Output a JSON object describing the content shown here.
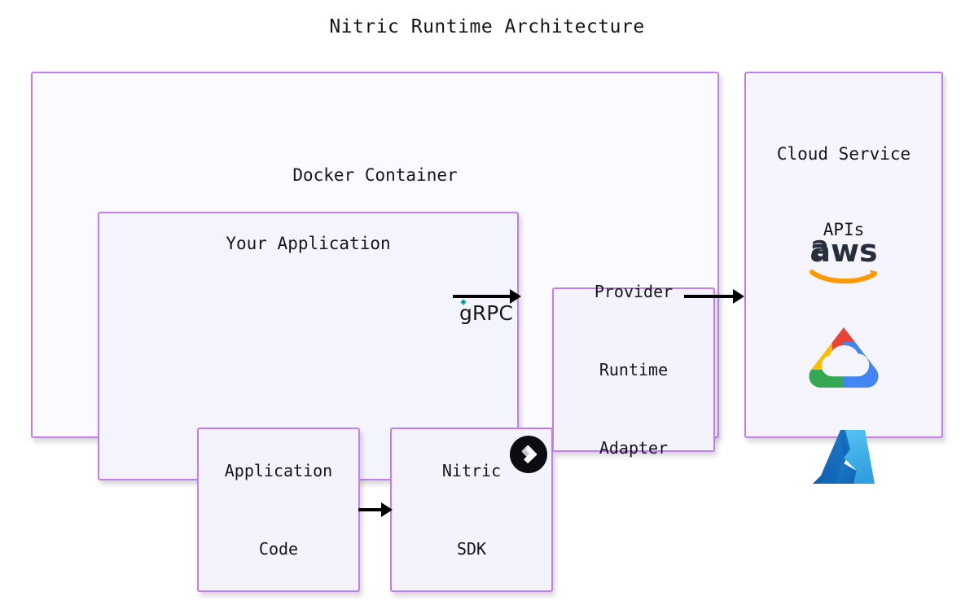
{
  "diagram": {
    "title": "Nitric Runtime Architecture",
    "type": "architecture-flow"
  },
  "docker_container": {
    "label": "Docker Container",
    "border_color": "#c07ef0",
    "fill_color": "#fafaff"
  },
  "your_application": {
    "label": "Your Application",
    "border_color": "#c07ef0",
    "fill_color": "#f4f4fe"
  },
  "nodes": [
    {
      "id": "application-code",
      "label": "Application\nCode",
      "line1": "Application",
      "line2": "Code"
    },
    {
      "id": "nitric-sdk",
      "label": "Nitric\nSDK",
      "line1": "Nitric",
      "line2": "SDK",
      "badge_icon": "nitric-logo-icon"
    },
    {
      "id": "provider-runtime-adapter",
      "label": "Provider\nRuntime\nAdapter",
      "line1": "Provider",
      "line2": "Runtime",
      "line3": "Adapter"
    }
  ],
  "edges": [
    {
      "id": "app-code-to-nitric-sdk",
      "from": "application-code",
      "to": "nitric-sdk",
      "label": "",
      "color": "#000000"
    },
    {
      "id": "nitric-sdk-to-provider-adapter",
      "from": "nitric-sdk",
      "to": "provider-runtime-adapter",
      "label": "gRPC",
      "color": "#000000",
      "label_accent_color": "#2ec0c0"
    },
    {
      "id": "provider-adapter-to-cloud-apis",
      "from": "provider-runtime-adapter",
      "to": "cloud-service-apis",
      "label": "",
      "color": "#000000"
    }
  ],
  "cloud_service_apis": {
    "label": "Cloud Service\nAPIs",
    "line1": "Cloud Service",
    "line2": "APIs",
    "border_color": "#c07ef0",
    "fill_color": "#f6f5fe",
    "providers": [
      {
        "id": "aws",
        "name": "aws",
        "icon": "aws-logo-icon",
        "text_color": "#252f3e",
        "accent_color": "#ff9900"
      },
      {
        "id": "google-cloud",
        "name": "Google Cloud",
        "icon": "google-cloud-logo-icon",
        "colors": [
          "#ea4335",
          "#fbbc04",
          "#34a853",
          "#4285f4"
        ]
      },
      {
        "id": "azure",
        "name": "Azure",
        "icon": "azure-logo-icon",
        "colors": [
          "#0f6cbd",
          "#2196f3",
          "#50b0f0"
        ]
      }
    ]
  },
  "palette": {
    "box_border": "#c07ef0",
    "text": "#14161b",
    "arrow": "#000000",
    "page_background": "#ffffff"
  }
}
